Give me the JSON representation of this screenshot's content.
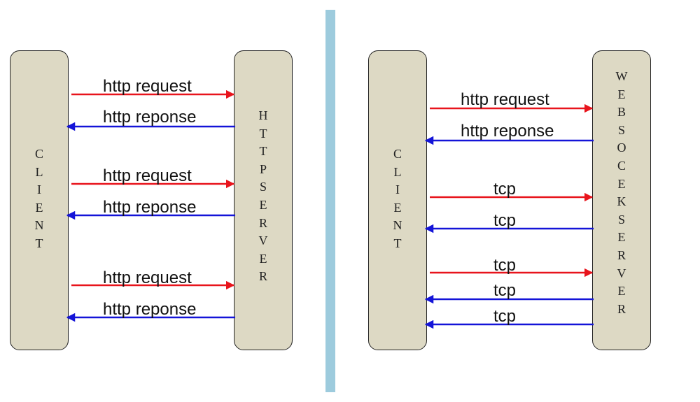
{
  "left": {
    "client_label": "CLIENT",
    "server_label": "HTTPSERVER",
    "messages": [
      {
        "text": "http request",
        "direction": "to-server"
      },
      {
        "text": "http reponse",
        "direction": "to-client"
      },
      {
        "text": "http request",
        "direction": "to-server"
      },
      {
        "text": "http reponse",
        "direction": "to-client"
      },
      {
        "text": "http request",
        "direction": "to-server"
      },
      {
        "text": "http reponse",
        "direction": "to-client"
      }
    ]
  },
  "right": {
    "client_label": "CLIENT",
    "server_label": "WEBSOCEKSERVER",
    "messages": [
      {
        "text": "http request",
        "direction": "to-server"
      },
      {
        "text": "http reponse",
        "direction": "to-client"
      },
      {
        "text": "tcp",
        "direction": "to-server"
      },
      {
        "text": "tcp",
        "direction": "to-client"
      },
      {
        "text": "tcp",
        "direction": "to-server"
      },
      {
        "text": "tcp",
        "direction": "to-client"
      },
      {
        "text": "tcp",
        "direction": "to-client"
      }
    ]
  },
  "colors": {
    "request_arrow": "#e8141c",
    "response_arrow": "#1414d8",
    "box_fill": "#ddd9c4",
    "divider": "#9dcbdd"
  }
}
